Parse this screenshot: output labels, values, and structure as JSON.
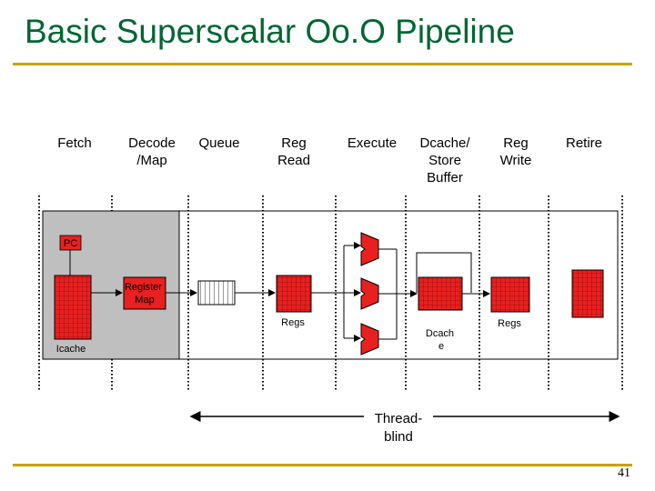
{
  "title": "Basic Superscalar Oo.O Pipeline",
  "stages": [
    {
      "id": "fetch",
      "label": "Fetch"
    },
    {
      "id": "decode",
      "label": "Decode\n/Map"
    },
    {
      "id": "queue",
      "label": "Queue"
    },
    {
      "id": "regread",
      "label": "Reg\nRead"
    },
    {
      "id": "execute",
      "label": "Execute"
    },
    {
      "id": "dcache",
      "label": "Dcache/\nStore\nBuffer"
    },
    {
      "id": "regwrite",
      "label": "Reg\nWrite"
    },
    {
      "id": "retire",
      "label": "Retire"
    }
  ],
  "diagram": {
    "pc_label": "PC",
    "icache_label": "Icache",
    "register_map_label": "Register\nMap",
    "regs_read_label": "Regs",
    "regs_write_label": "Regs",
    "dcache_label": "Dcach\ne",
    "thread_blind_label": "Thread-\nblind"
  },
  "colors": {
    "title": "#006633",
    "rule": "#c8a400",
    "block_red": "#e82020"
  },
  "page_number": "41"
}
